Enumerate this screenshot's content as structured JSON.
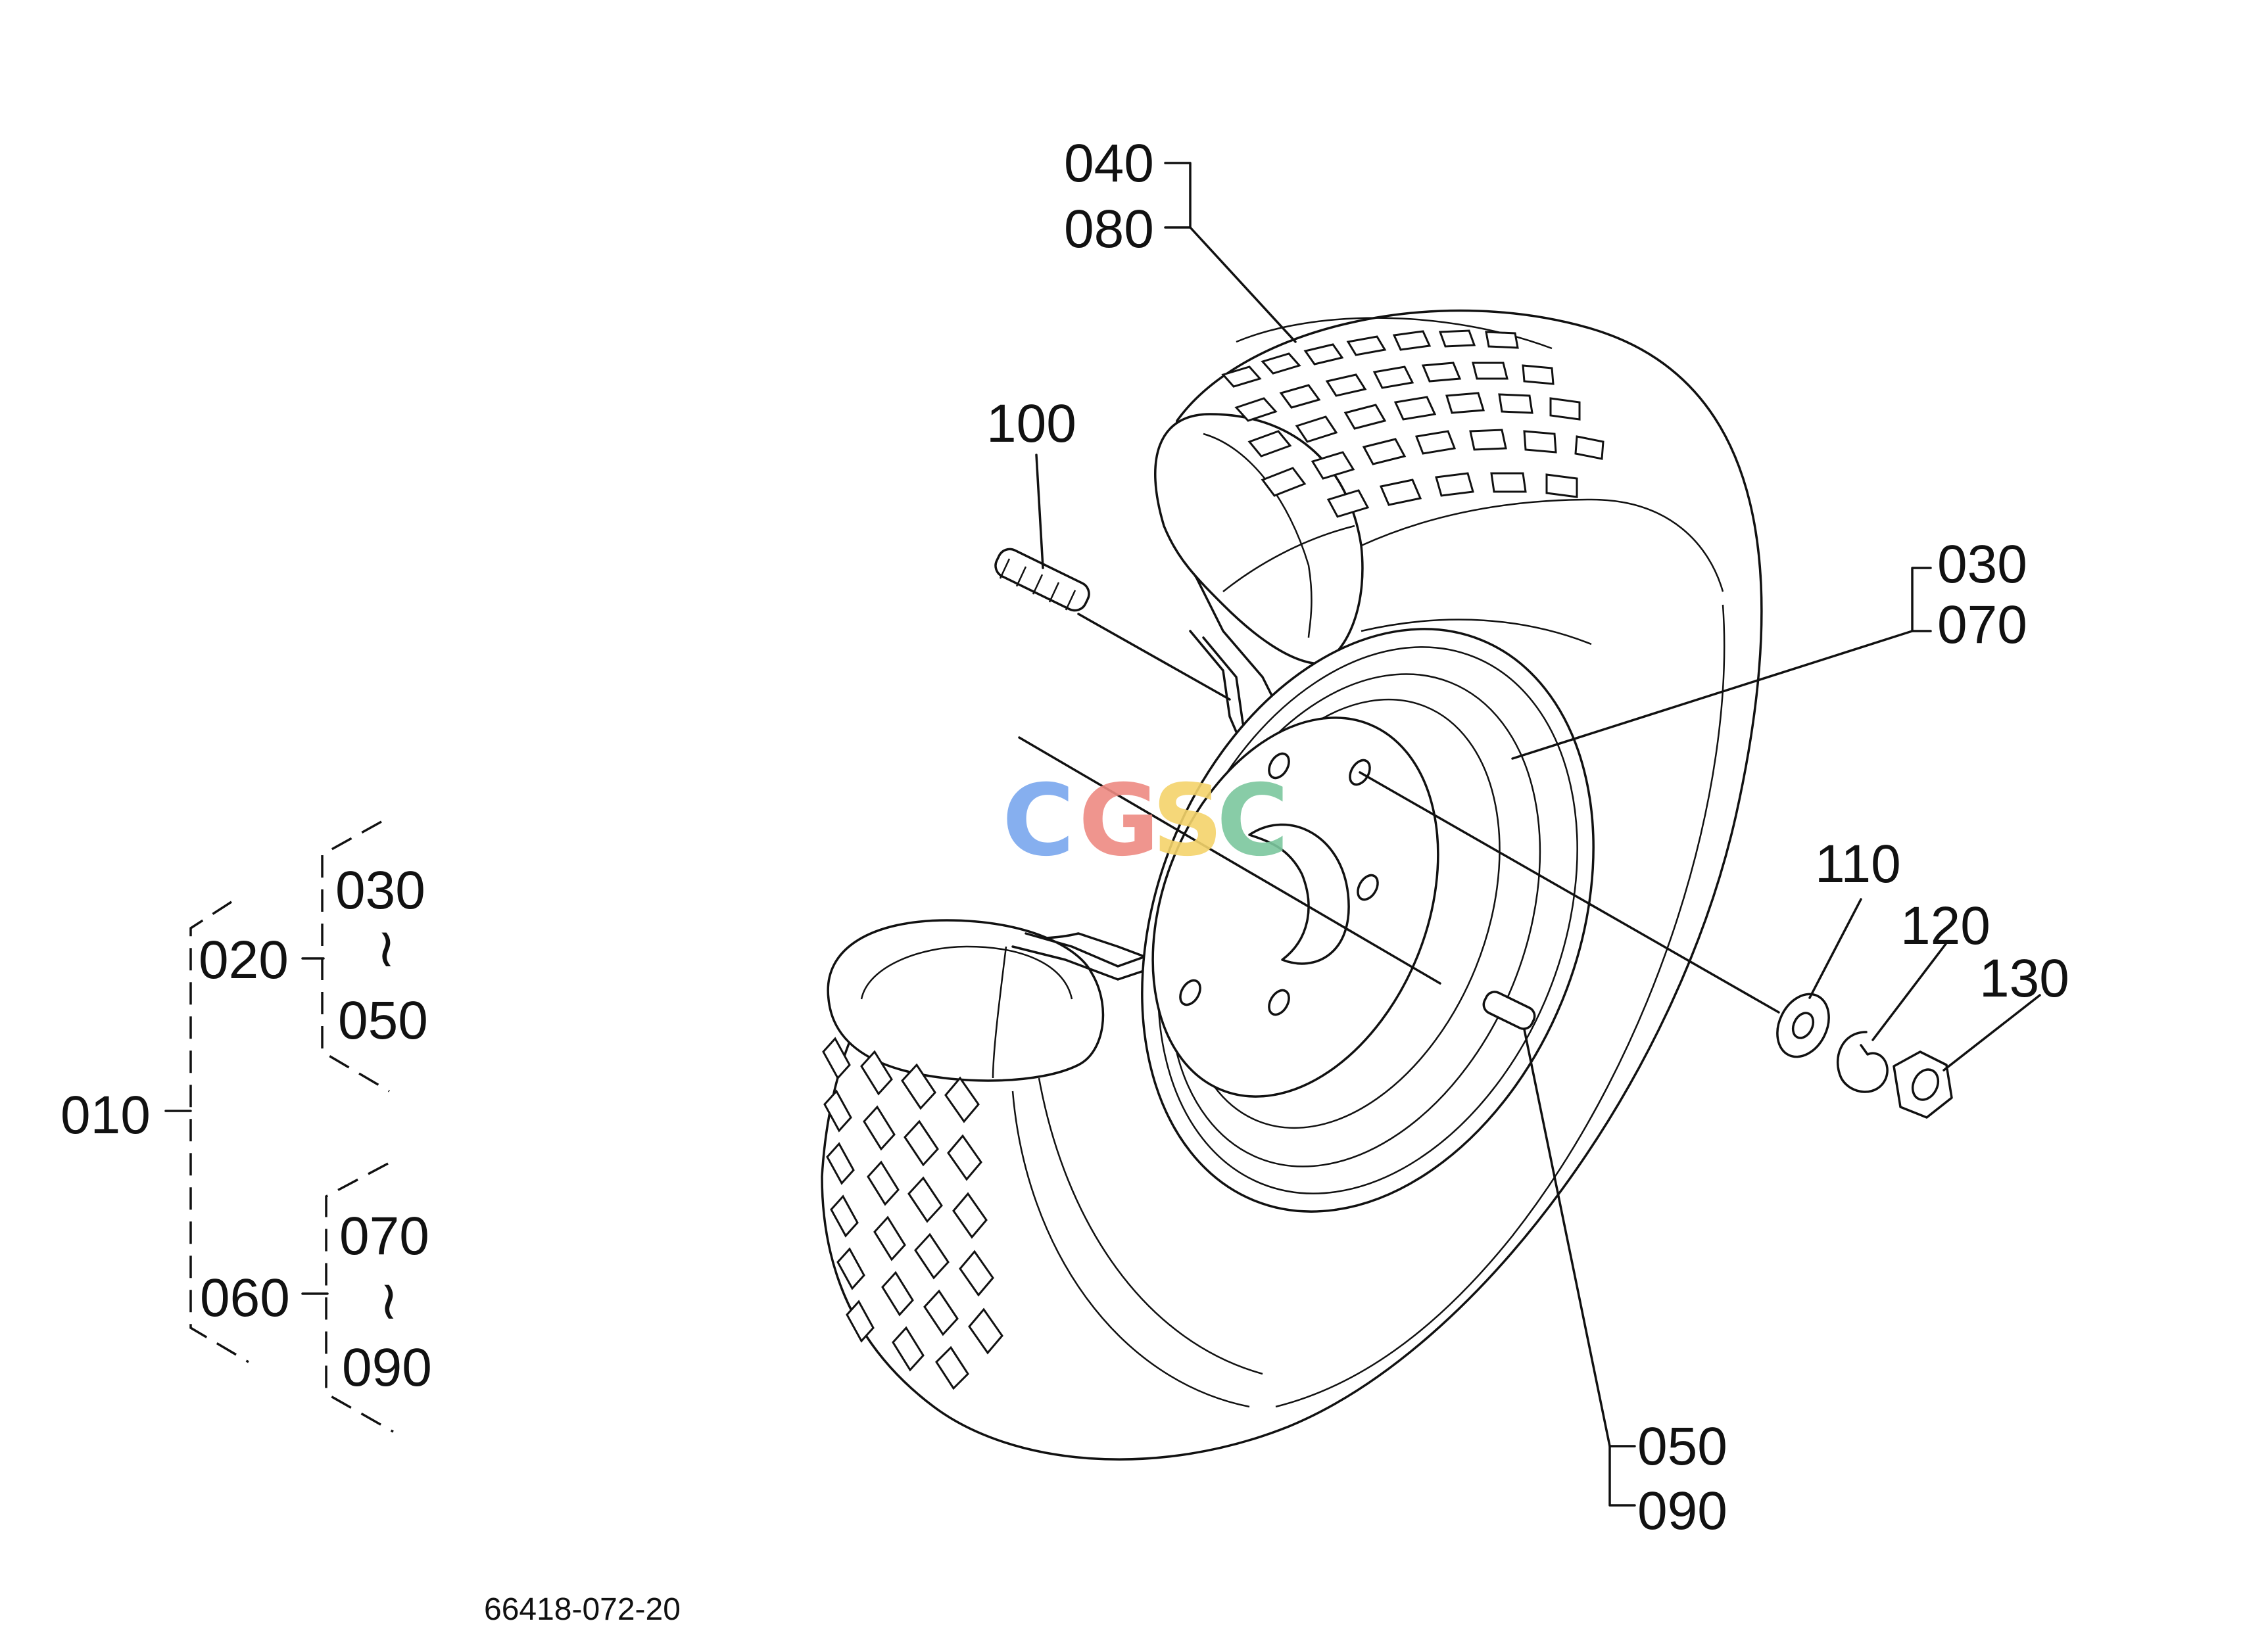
{
  "labels": {
    "p010": "010",
    "p020": "020",
    "p030_tree": "030",
    "p050_tree": "050",
    "p060": "060",
    "p070_tree": "070",
    "p090_tree": "090",
    "range_symbol_1": "≀",
    "range_symbol_2": "≀",
    "p040": "040",
    "p080": "080",
    "p100": "100",
    "p030": "030",
    "p070": "070",
    "p110": "110",
    "p120": "120",
    "p130": "130",
    "p050": "050",
    "p090": "090"
  },
  "drawing_number": "66418-072-20",
  "watermark": {
    "letters": [
      "C",
      "G",
      "S",
      "C"
    ],
    "colors": [
      "#7aa7ee",
      "#ee8a82",
      "#f4d36b",
      "#7cc79e"
    ]
  }
}
